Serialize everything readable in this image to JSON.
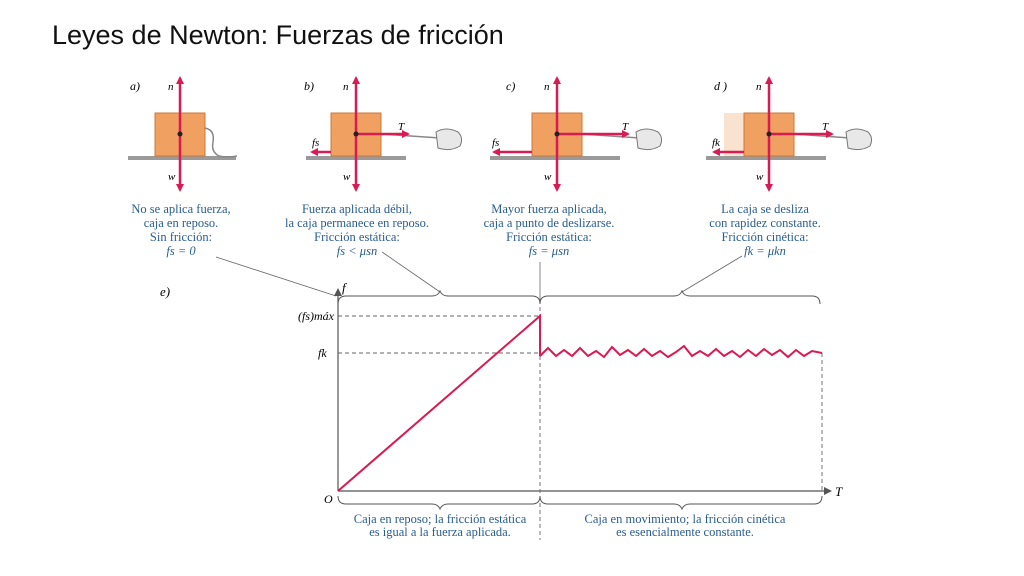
{
  "title": "Leyes de Newton: Fuerzas de fricción",
  "panels": [
    {
      "letter": "a)",
      "n": "n",
      "w": "w",
      "caption": [
        "No se aplica fuerza,",
        "caja en reposo.",
        "Sin fricción:",
        "fs = 0"
      ]
    },
    {
      "letter": "b)",
      "n": "n",
      "w": "w",
      "T": "T",
      "f": "fs",
      "caption": [
        "Fuerza aplicada débil,",
        "la caja permanece en reposo.",
        "Fricción estática:",
        "fs < μsn"
      ]
    },
    {
      "letter": "c)",
      "n": "n",
      "w": "w",
      "T": "T",
      "f": "fs",
      "caption": [
        "Mayor fuerza aplicada,",
        "caja a punto de deslizarse.",
        "Fricción estática:",
        "fs = μsn"
      ]
    },
    {
      "letter": "d )",
      "n": "n",
      "w": "w",
      "T": "T",
      "f": "fk",
      "caption": [
        "La caja se desliza",
        "con rapidez constante.",
        "Fricción cinética:",
        "fk = μkn"
      ]
    }
  ],
  "graph": {
    "letter": "e)",
    "y_axis": "f",
    "x_axis": "T",
    "origin": "O",
    "fs_max_label": "(fs)máx",
    "fk_label": "fk",
    "static_note": [
      "Caja en reposo; la fricción estática",
      "es igual a la fuerza aplicada."
    ],
    "kinetic_note": [
      "Caja en movimiento; la fricción cinética",
      "es esencialmente constante."
    ]
  },
  "colors": {
    "force": "#d81b52",
    "box": "#f0a060",
    "caption": "#2a5d8f",
    "line": "#d81b52"
  }
}
